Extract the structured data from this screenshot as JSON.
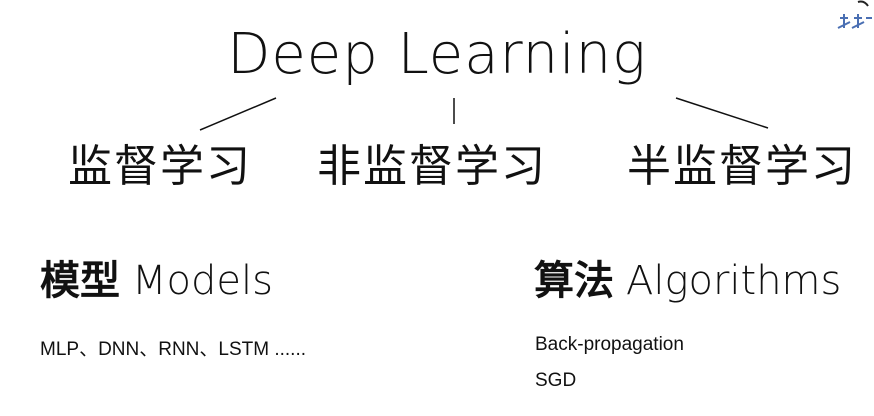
{
  "title": "Deep Learning",
  "branches": [
    {
      "label": "监督学习"
    },
    {
      "label": "非监督学习"
    },
    {
      "label": "半监督学习"
    }
  ],
  "models": {
    "zh": "模型",
    "en": "Models",
    "items": "MLP、DNN、RNN、LSTM ......"
  },
  "algorithms": {
    "zh": "算法",
    "en": "Algorithms",
    "items": [
      "Back-propagation",
      "SGD"
    ]
  },
  "colors": {
    "text": "#111111",
    "logo": "#4a6fb3"
  }
}
